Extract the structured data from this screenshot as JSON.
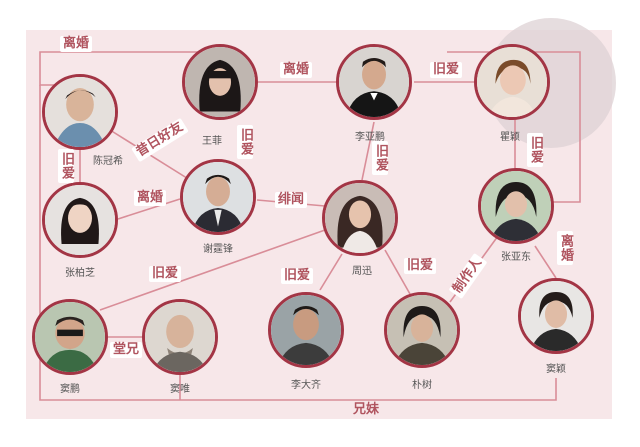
{
  "people": {
    "chen_guanxi": "陈冠希",
    "wang_fei": "王菲",
    "li_yapeng": "李亚鹏",
    "qu_ying": "瞿颖",
    "zhang_bozhi": "张柏芝",
    "xie_tingfeng": "谢霆锋",
    "zhou_xun": "周迅",
    "zhang_yadong": "张亚东",
    "dou_peng": "窦鹏",
    "dou_wei": "窦唯",
    "li_daqi": "李大齐",
    "pu_shu": "朴树",
    "dou_ying": "窦颖"
  },
  "relations": {
    "divorce_top": "离婚",
    "divorce_wang_li": "离婚",
    "old_love_li_qu": "旧爱",
    "old_love_wang": "旧爱",
    "friends": "昔日好友",
    "old_love_chen_zhang": "旧爱",
    "divorce_zhang_xie": "离婚",
    "rumor": "绯闻",
    "old_love_li_zhou": "旧爱",
    "old_love_qu_zhang": "旧爱",
    "divorce_zhang_dou": "离婚",
    "producer": "制作人",
    "old_love_pu": "旧爱",
    "old_love_daqi": "旧爱",
    "old_love_doupeng": "旧爱",
    "cousins": "堂兄",
    "siblings": "兄妹"
  }
}
